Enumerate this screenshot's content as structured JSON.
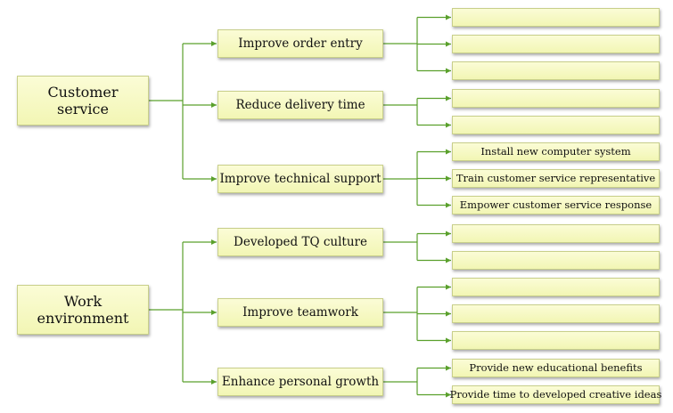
{
  "colors": {
    "connector": "#5aa02c",
    "box_fill": "#f6f8c2",
    "box_border": "#c8cf8a"
  },
  "trees": [
    {
      "label": "Customer\nservice",
      "children": [
        {
          "label": "Improve order entry",
          "leaves": [
            "",
            "",
            ""
          ]
        },
        {
          "label": "Reduce delivery time",
          "leaves": [
            "",
            ""
          ]
        },
        {
          "label": "Improve technical support",
          "leaves": [
            "Install new computer system",
            "Train customer service representative",
            "Empower customer service response"
          ]
        }
      ]
    },
    {
      "label": "Work\nenvironment",
      "children": [
        {
          "label": "Developed TQ culture",
          "leaves": [
            "",
            ""
          ]
        },
        {
          "label": "Improve teamwork",
          "leaves": [
            "",
            "",
            ""
          ]
        },
        {
          "label": "Enhance personal growth",
          "leaves": [
            "Provide new educational benefits",
            "Provide time to developed creative ideas"
          ]
        }
      ]
    }
  ]
}
